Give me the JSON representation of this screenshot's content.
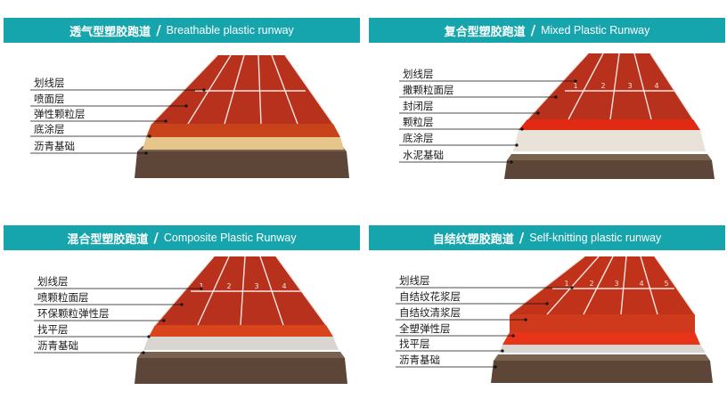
{
  "panels": [
    {
      "title_cn": "透气型塑胶跑道",
      "separator": "/",
      "title_en": "Breathable plastic runway",
      "layers": [
        "划线层",
        "喷面层",
        "弹性颗粒层",
        "底涂层",
        "沥青基础"
      ],
      "lane_numbers": [],
      "colors": {
        "surface": "#b8311d",
        "granule": "#c9431a",
        "primer": "#e5c58a",
        "base": "#5d4637"
      }
    },
    {
      "title_cn": "复合型塑胶跑道",
      "separator": "/",
      "title_en": "Mixed Plastic Runway",
      "layers": [
        "划线层",
        "撒颗粒面层",
        "封闭层",
        "颗粒层",
        "底涂层",
        "水泥基础"
      ],
      "lane_numbers": [
        "1",
        "2",
        "3",
        "4"
      ],
      "colors": {
        "surface": "#b8311d",
        "granule": "#e02a14",
        "primer": "#e8e2d8",
        "base": "#5d4637"
      }
    },
    {
      "title_cn": "混合型塑胶跑道",
      "separator": "/",
      "title_en": "Composite Plastic Runway",
      "layers": [
        "划线层",
        "喷颗粒面层",
        "环保颗粒弹性层",
        "找平层",
        "沥青基础"
      ],
      "lane_numbers": [
        "1",
        "2",
        "3",
        "4"
      ],
      "colors": {
        "surface": "#b8311d",
        "granule": "#d8451d",
        "primer": "#d9d6d1",
        "base": "#5d4637"
      }
    },
    {
      "title_cn": "自结纹塑胶跑道",
      "separator": "/",
      "title_en": "Self-knitting plastic runway",
      "layers": [
        "划线层",
        "自结纹花浆层",
        "自结纹清浆层",
        "全塑弹性层",
        "找平层",
        "沥青基础"
      ],
      "lane_numbers": [
        "1",
        "2",
        "3",
        "4",
        "5"
      ],
      "colors": {
        "surface": "#c1321b",
        "granule": "#e8351a",
        "primer": "#d9d6d1",
        "base": "#5d4637"
      }
    }
  ]
}
